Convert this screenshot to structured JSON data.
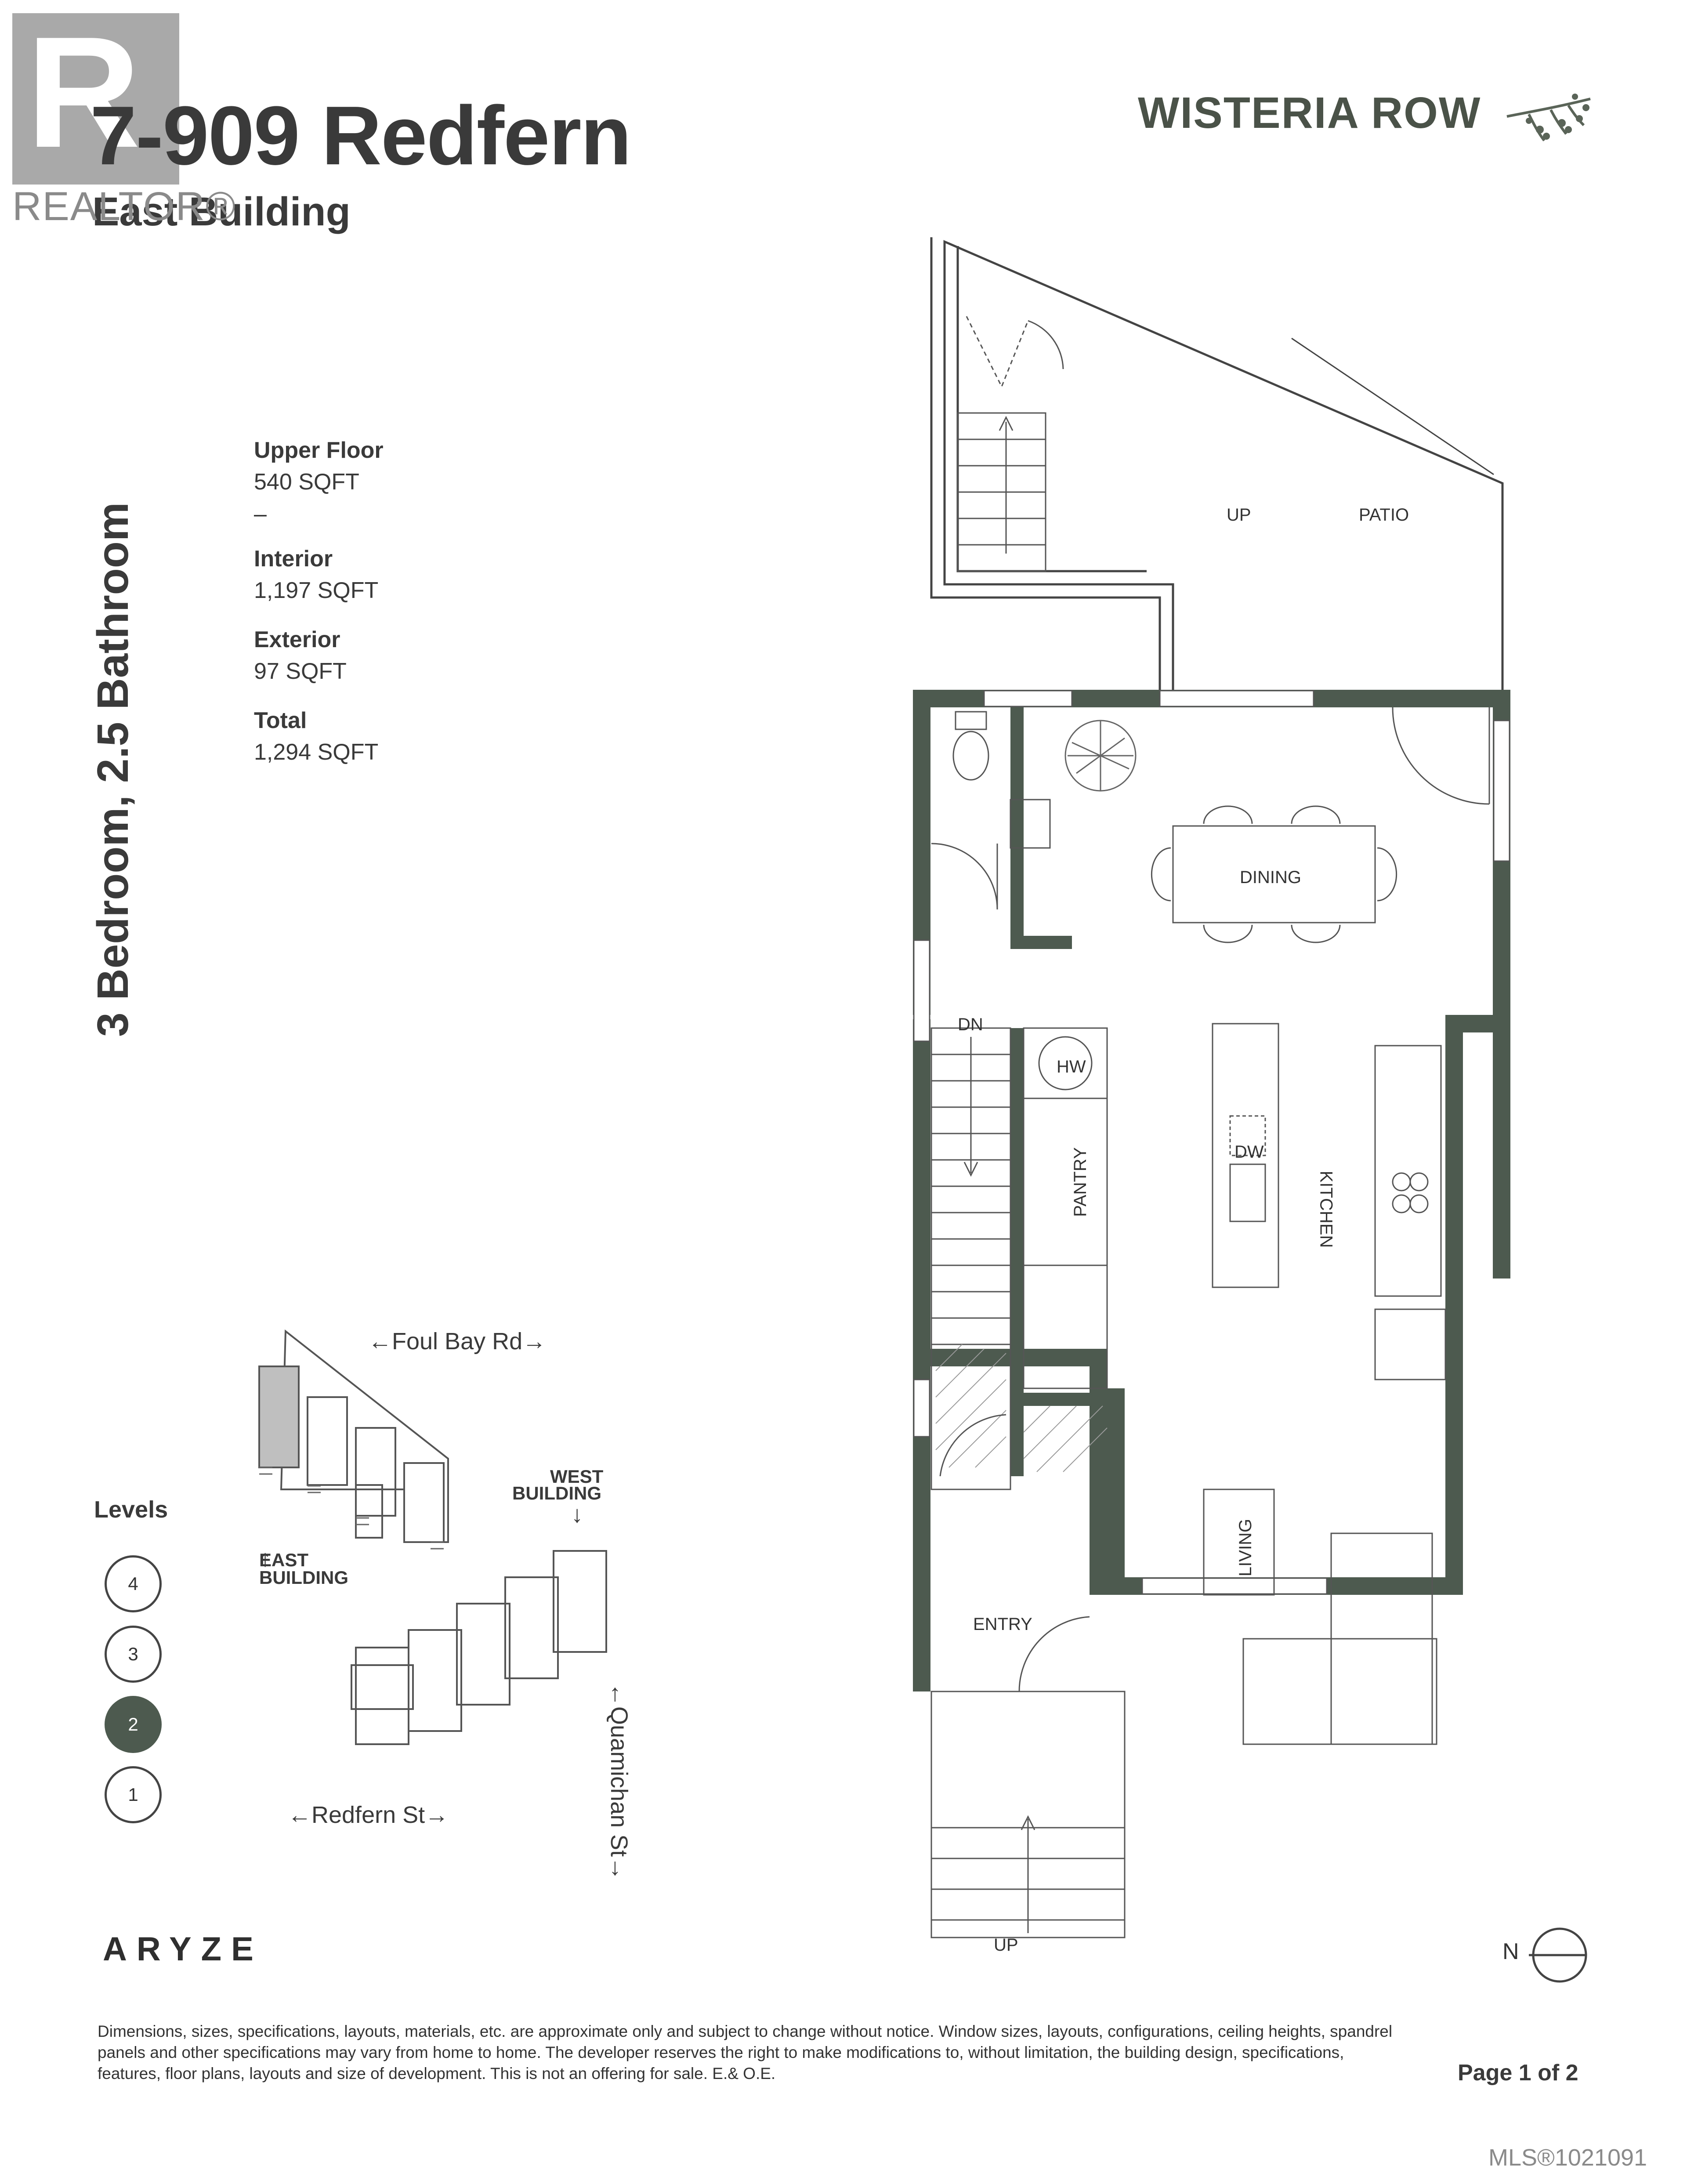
{
  "header": {
    "title": "7-909 Redfern",
    "subtitle": "East Building",
    "brand": "WISTERIA ROW",
    "realtor_mark": "REALTOR®",
    "realtor_logo_letter": "R"
  },
  "unit": {
    "configuration": "3 Bedroom, 2.5 Bathroom"
  },
  "specs": [
    {
      "label": "Upper Floor",
      "value": "540 SQFT"
    },
    {
      "label": "Interior",
      "value": "1,197 SQFT"
    },
    {
      "label": "Exterior",
      "value": "97 SQFT"
    },
    {
      "label": "Total",
      "value": "1,294 SQFT"
    }
  ],
  "spec_divider": "–",
  "levels": {
    "title": "Levels",
    "items": [
      "4",
      "3",
      "2",
      "1"
    ],
    "active": "2"
  },
  "site_plan": {
    "foul_bay": "←Foul Bay Rd→",
    "redfern": "←Redfern St→",
    "quamichan": "←Quamichan St→",
    "east_building_line1": "EAST",
    "east_building_line2": "BUILDING",
    "west_building_line1": "WEST",
    "west_building_line2": "BUILDING",
    "arrow": "↑",
    "arrow_down": "↓"
  },
  "floorplan": {
    "up_top": "UP",
    "patio": "PATIO",
    "dining": "DINING",
    "dn": "DN",
    "hw": "HW",
    "pantry": "PANTRY",
    "dw": "DW",
    "kitchen": "KITCHEN",
    "living": "LIVING",
    "entry": "ENTRY",
    "up_bottom": "UP",
    "wall_color": "#4d5a4f"
  },
  "footer": {
    "developer": "ARYZE",
    "disclaimer": "Dimensions, sizes, specifications, layouts, materials, etc. are approximate only and subject to change without notice. Window sizes, layouts, configurations, ceiling heights, spandrel panels and other specifications may vary from home to home. The developer reserves the right to make modifications to, without limitation, the building design, specifications, features, floor plans, layouts and size of development. This is not an offering for sale. E.& O.E.",
    "page": "Page 1 of 2",
    "mls": "MLS®1021091",
    "north": "N"
  }
}
